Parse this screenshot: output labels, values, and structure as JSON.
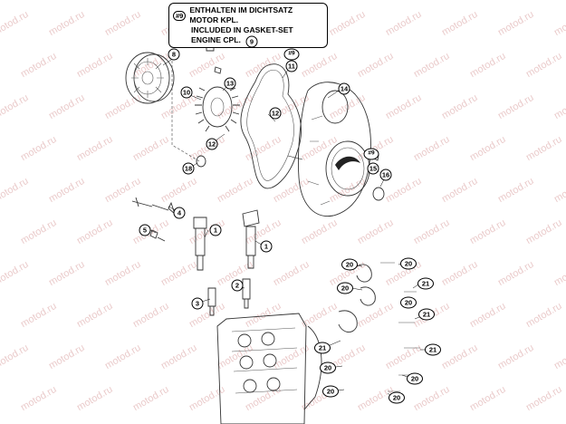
{
  "note": {
    "ref": "#9",
    "line_de": "ENTHALTEN IM DICHTSATZ MOTOR KPL.",
    "line_en": "INCLUDED IN GASKET-SET ENGINE CPL."
  },
  "watermark_text": "motod.ru",
  "callouts": [
    {
      "id": "c-9a",
      "label": "9"
    },
    {
      "id": "c-9b",
      "label": "#9"
    },
    {
      "id": "c-11",
      "label": "11"
    },
    {
      "id": "c-8",
      "label": "8"
    },
    {
      "id": "c-10",
      "label": "10"
    },
    {
      "id": "c-13",
      "label": "13"
    },
    {
      "id": "c-14",
      "label": "14"
    },
    {
      "id": "c-12a",
      "label": "12"
    },
    {
      "id": "c-12b",
      "label": "12"
    },
    {
      "id": "c-9c",
      "label": "#9"
    },
    {
      "id": "c-15",
      "label": "15"
    },
    {
      "id": "c-16",
      "label": "16"
    },
    {
      "id": "c-18",
      "label": "18"
    },
    {
      "id": "c-4",
      "label": "4"
    },
    {
      "id": "c-5",
      "label": "5"
    },
    {
      "id": "c-1a",
      "label": "1"
    },
    {
      "id": "c-1b",
      "label": "1"
    },
    {
      "id": "c-3",
      "label": "3"
    },
    {
      "id": "c-2",
      "label": "2"
    },
    {
      "id": "c-20a",
      "label": "20"
    },
    {
      "id": "c-20b",
      "label": "20"
    },
    {
      "id": "c-20c",
      "label": "20"
    },
    {
      "id": "c-21a",
      "label": "21"
    },
    {
      "id": "c-20d",
      "label": "20"
    },
    {
      "id": "c-21b",
      "label": "21"
    },
    {
      "id": "c-21c",
      "label": "21"
    },
    {
      "id": "c-21d",
      "label": "21"
    },
    {
      "id": "c-20e",
      "label": "20"
    },
    {
      "id": "c-20f",
      "label": "20"
    },
    {
      "id": "c-20g",
      "label": "20"
    },
    {
      "id": "c-20h",
      "label": "20"
    }
  ]
}
